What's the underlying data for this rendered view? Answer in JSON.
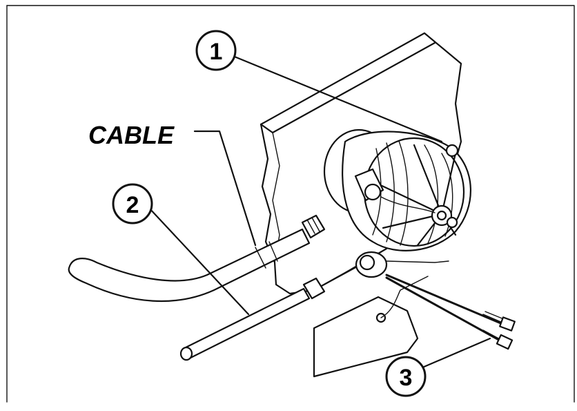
{
  "diagram": {
    "label_cable": "CABLE",
    "callouts": [
      {
        "id": "callout-1",
        "number": "1"
      },
      {
        "id": "callout-2",
        "number": "2"
      },
      {
        "id": "callout-3",
        "number": "3"
      }
    ]
  },
  "colors": {
    "line": "#111111",
    "background": "#ffffff"
  }
}
